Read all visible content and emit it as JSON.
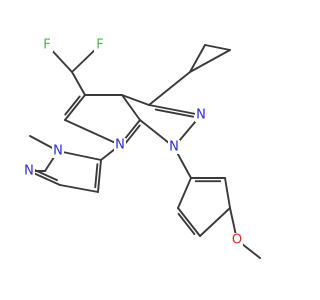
{
  "colors": {
    "bond": "#3a3a3a",
    "nitrogen": "#2b2bd6",
    "fluorine": "#49b94a",
    "oxygen": "#d92a2a",
    "background": "#ffffff"
  },
  "atom_labels": {
    "f_left": "F",
    "f_right": "F",
    "n_pz2": "N",
    "n_pz1": "N",
    "n_py": "N",
    "n_mpz1": "N",
    "n_mpz2": "N",
    "o_methoxy": "O"
  }
}
